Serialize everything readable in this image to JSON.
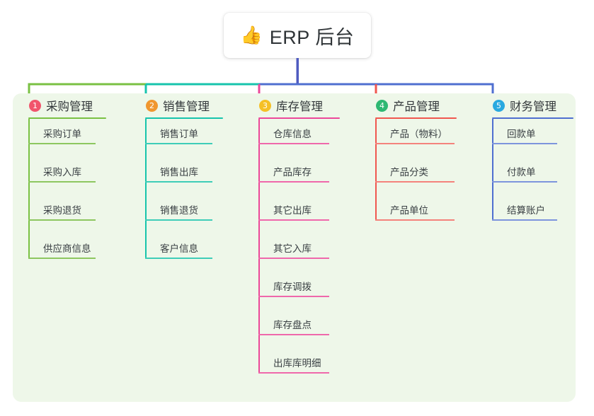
{
  "root": {
    "icon": "thumbs-up-icon",
    "icon_glyph": "👍",
    "title": "ERP 后台"
  },
  "colors": {
    "panel_bg": "#eef7e9",
    "root_stem": "#4f5bc0",
    "branch_green": "#7ac143",
    "branch_teal": "#17c4ac",
    "branch_pink": "#ec4899",
    "branch_red": "#f0574f",
    "branch_blue": "#4f6fd0",
    "badge_1": "#f1556c",
    "badge_2": "#f0972f",
    "badge_3": "#f5c026",
    "badge_4": "#2eb872",
    "badge_5": "#29a9e0",
    "text_dark": "#33383b",
    "leaf_text": "#3a4044"
  },
  "columns": [
    {
      "index": "1",
      "title": "采购管理",
      "badge_color": "#f1556c",
      "line_color": "#7ac143",
      "leaf_line_color": "#8dc760",
      "items": [
        "采购订单",
        "采购入库",
        "采购退货",
        "供应商信息"
      ]
    },
    {
      "index": "2",
      "title": "销售管理",
      "badge_color": "#f0972f",
      "line_color": "#17c4ac",
      "leaf_line_color": "#3fcdb8",
      "items": [
        "销售订单",
        "销售出库",
        "销售退货",
        "客户信息"
      ]
    },
    {
      "index": "3",
      "title": "库存管理",
      "badge_color": "#f5c026",
      "line_color": "#ec4899",
      "leaf_line_color": "#ef68ab",
      "items": [
        "仓库信息",
        "产品库存",
        "其它出库",
        "其它入库",
        "库存调拨",
        "库存盘点",
        "出库库明细"
      ]
    },
    {
      "index": "4",
      "title": "产品管理",
      "badge_color": "#2eb872",
      "line_color": "#f0574f",
      "leaf_line_color": "#f4837c",
      "items": [
        "产品（物料）",
        "产品分类",
        "产品单位"
      ]
    },
    {
      "index": "5",
      "title": "财务管理",
      "badge_color": "#29a9e0",
      "line_color": "#4f6fd0",
      "leaf_line_color": "#7d95dd",
      "items": [
        "回款单",
        "付款单",
        "结算账户"
      ]
    }
  ],
  "layout": {
    "column_x": [
      40,
      205,
      365,
      530,
      695
    ],
    "head_rule_width": [
      110,
      110,
      115,
      115,
      115
    ],
    "leaf_rule_width": [
      95,
      95,
      100,
      112,
      92
    ],
    "leaf_spacing": 54,
    "first_leaf_bottom": 36
  }
}
